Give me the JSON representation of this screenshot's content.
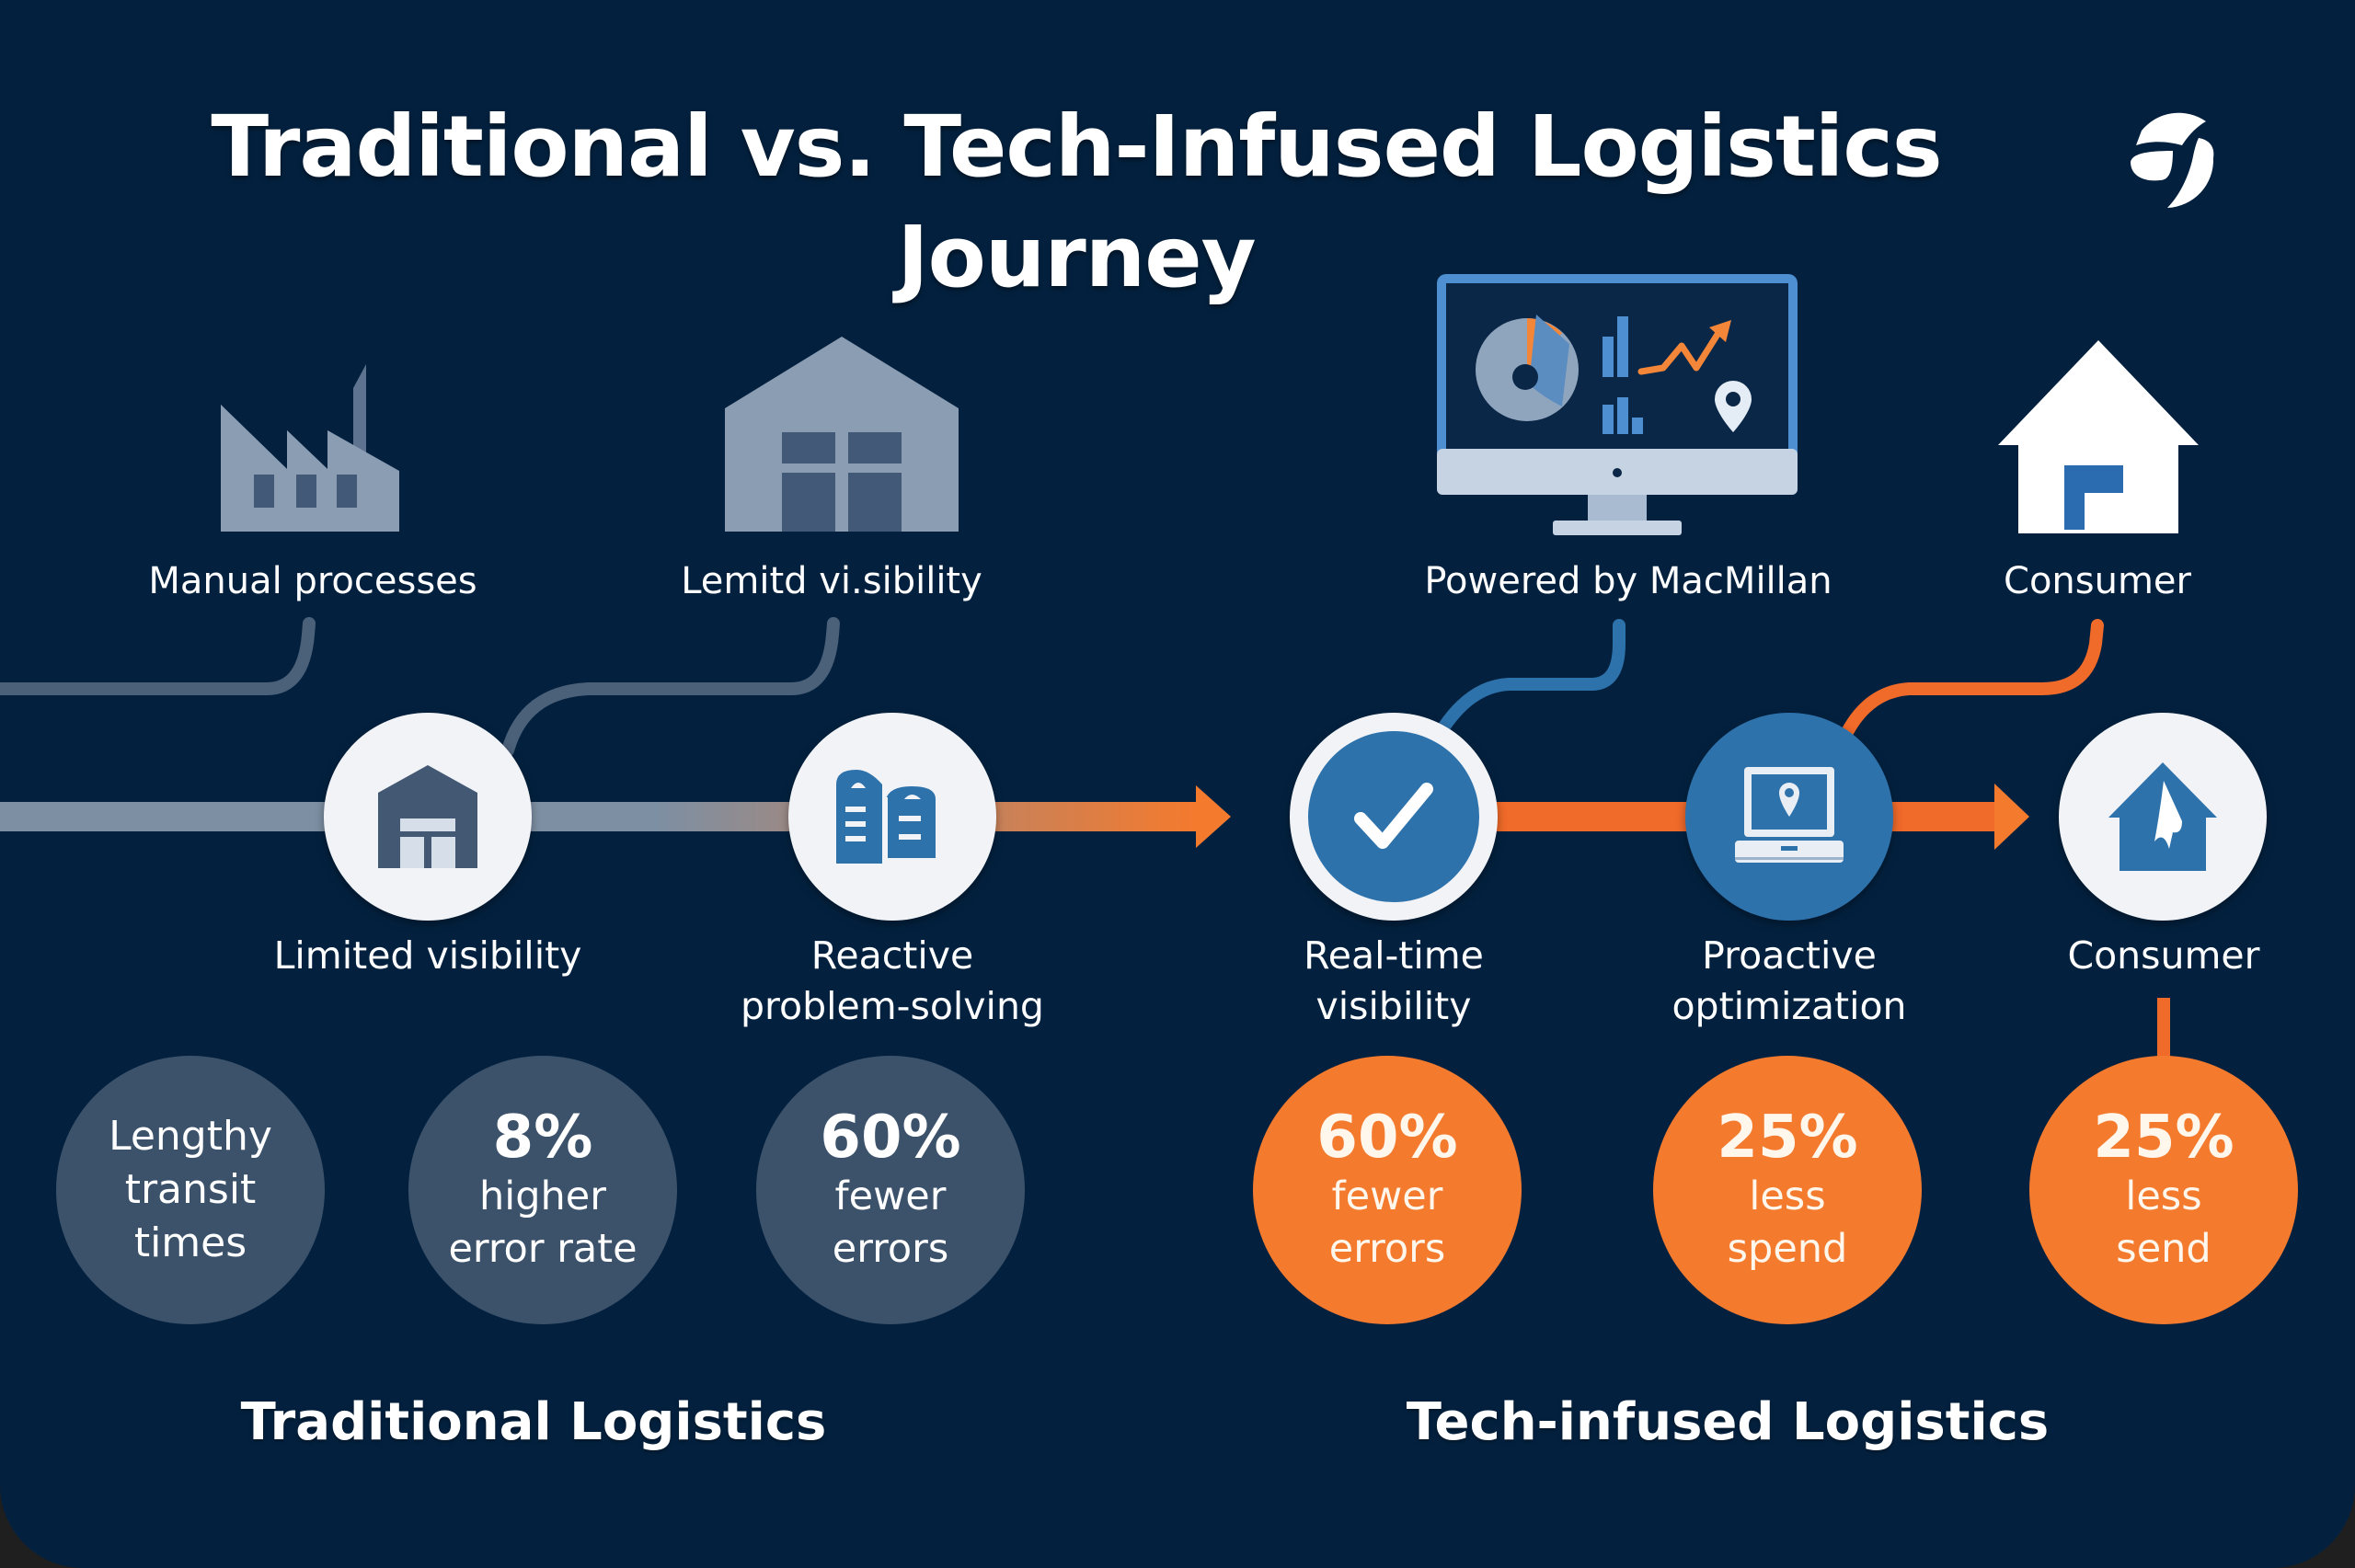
{
  "title": "Traditional vs. Tech-Infused Logistics Journey",
  "logo": {
    "icon": "brand-logo-icon",
    "color": "#ffffff"
  },
  "colors": {
    "background": "#03213f",
    "traditional_line": "#7d8fa3",
    "tech_line": "#f06a2a",
    "accent_blue": "#2e72ac",
    "stat_grey": "#3c526b",
    "stat_orange": "#f47a2e",
    "icon_grey": "#8b9db3"
  },
  "top_items": [
    {
      "icon": "factory-icon",
      "label": "Manual processes"
    },
    {
      "icon": "warehouse-icon",
      "label": "Lemitd vi.sibility"
    },
    {
      "icon": "monitor-dashboard-icon",
      "label": "Powered by MacMillan"
    },
    {
      "icon": "house-icon",
      "label": "Consumer"
    }
  ],
  "journey_nodes": [
    {
      "icon": "warehouse-icon",
      "label_line1": "Limited visibility",
      "label_line2": ""
    },
    {
      "icon": "buildings-icon",
      "label_line1": "Reactive",
      "label_line2": "problem-solving"
    },
    {
      "icon": "checkmark-icon",
      "label_line1": "Real-time",
      "label_line2": "visibility"
    },
    {
      "icon": "laptop-location-icon",
      "label_line1": "Proactive",
      "label_line2": "optimization"
    },
    {
      "icon": "home-delivery-icon",
      "label_line1": "Consumer",
      "label_line2": ""
    }
  ],
  "stats": [
    {
      "value": "",
      "line1": "Lengthy",
      "line2": "transit",
      "line3": "times",
      "style": "grey"
    },
    {
      "value": "8%",
      "line1": "higher",
      "line2": "error rate",
      "style": "grey"
    },
    {
      "value": "60%",
      "line1": "fewer",
      "line2": "errors",
      "style": "grey"
    },
    {
      "value": "60%",
      "line1": "fewer",
      "line2": "errors",
      "style": "orange"
    },
    {
      "value": "25%",
      "line1": "less",
      "line2": "spend",
      "style": "orange"
    },
    {
      "value": "25%",
      "line1": "less",
      "line2": "send",
      "style": "orange"
    }
  ],
  "sections": {
    "traditional": "Traditional Logistics",
    "tech": "Tech-infused Logistics"
  }
}
